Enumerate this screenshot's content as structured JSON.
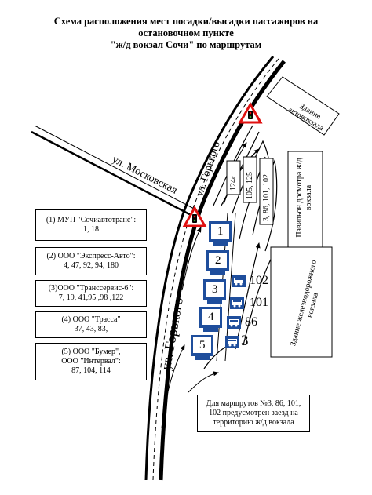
{
  "title": {
    "line1": "Схема расположения мест посадки/высадки пассажиров на",
    "line2": "остановочном пункте",
    "line3": "\"ж/д вокзал Сочи\" по маршрутам"
  },
  "streets": {
    "moskovskaya": "ул. Московская",
    "gorkogo_upper": "ул. Горького",
    "gorkogo_lower": "ул. Горького"
  },
  "buildings": {
    "bus_station": "Здание автовокзала",
    "inspection_pavilion": "Павильон досмотра ж/д вокзала",
    "railway_station": "Здание железнодорожного вокзала"
  },
  "lane_routes": [
    "124с",
    "105, 125",
    "3, 86, 101, 102"
  ],
  "stops": [
    "1",
    "2",
    "3",
    "4",
    "5"
  ],
  "side_routes": [
    "102",
    "101",
    "86",
    "3"
  ],
  "carriers": [
    {
      "line1": "(1) МУП \"Сочиавтотранс\":",
      "line2": "1, 18"
    },
    {
      "line1": "(2) ООО \"Экспресс-Авто\":",
      "line2": "4, 47, 92, 94, 180"
    },
    {
      "line1": "(3)ООО \"Транссервис-6\":",
      "line2": "7, 19, 41,95 ,98 ,122"
    },
    {
      "line1": "(4) ООО \"Трасса\"",
      "line2": "37, 43, 83,"
    },
    {
      "line1": "(5) ООО \"Бумер\",",
      "line2": "ООО \"Интервал\":",
      "line3": "87, 104, 114"
    }
  ],
  "note": {
    "line1": "Для маршрутов №3, 86, 101,",
    "line2": "102 предусмотрен заезд на",
    "line3": "территорию ж/д вокзала"
  },
  "colors": {
    "stop_fill": "#1f4e9c",
    "warning_red": "#e01010",
    "road": "#000000"
  }
}
